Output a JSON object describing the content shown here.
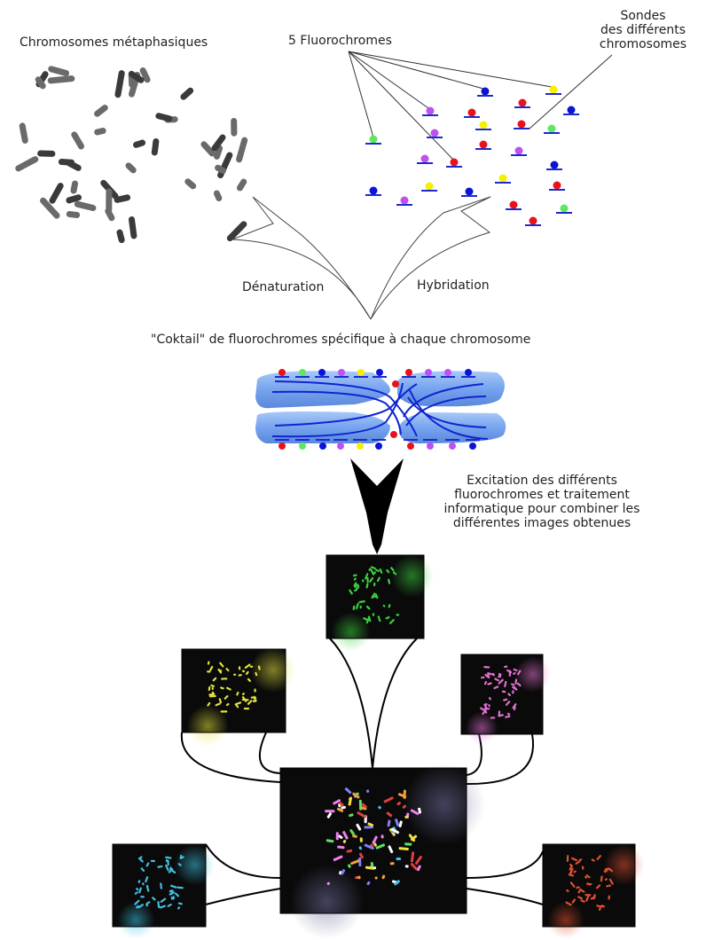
{
  "labels": {
    "metaphase": "Chromosomes métaphasiques",
    "fluorochromes": "5 Fluorochromes",
    "probes_line1": "Sondes",
    "probes_line2": "des différents",
    "probes_line3": "chromosomes",
    "denaturation": "Dénaturation",
    "hybridation": "Hybridation",
    "cocktail": "\"Coktail\" de fluorochromes spécifique à chaque chromosome",
    "excitation_line1": "Excitation des différents",
    "excitation_line2": "fluorochromes et traitement",
    "excitation_line3": "informatique pour combiner les",
    "excitation_line4": "différentes images obtenues"
  },
  "colors": {
    "red": "#e8121a",
    "green": "#5ee860",
    "blue": "#0a14d8",
    "purple": "#c050f0",
    "yellow": "#f5f000",
    "chromosome_body": "#7aa8f0",
    "probe_line": "#1a2ad0"
  },
  "fluorescence_images": [
    {
      "name": "green-channel-image",
      "tint": "#3cd040"
    },
    {
      "name": "yellow-channel-image",
      "tint": "#e0e040"
    },
    {
      "name": "magenta-channel-image",
      "tint": "#e070d0"
    },
    {
      "name": "cyan-channel-image",
      "tint": "#40c0e0"
    },
    {
      "name": "red-channel-image",
      "tint": "#e05030"
    },
    {
      "name": "combined-image",
      "tint": "multi"
    }
  ]
}
